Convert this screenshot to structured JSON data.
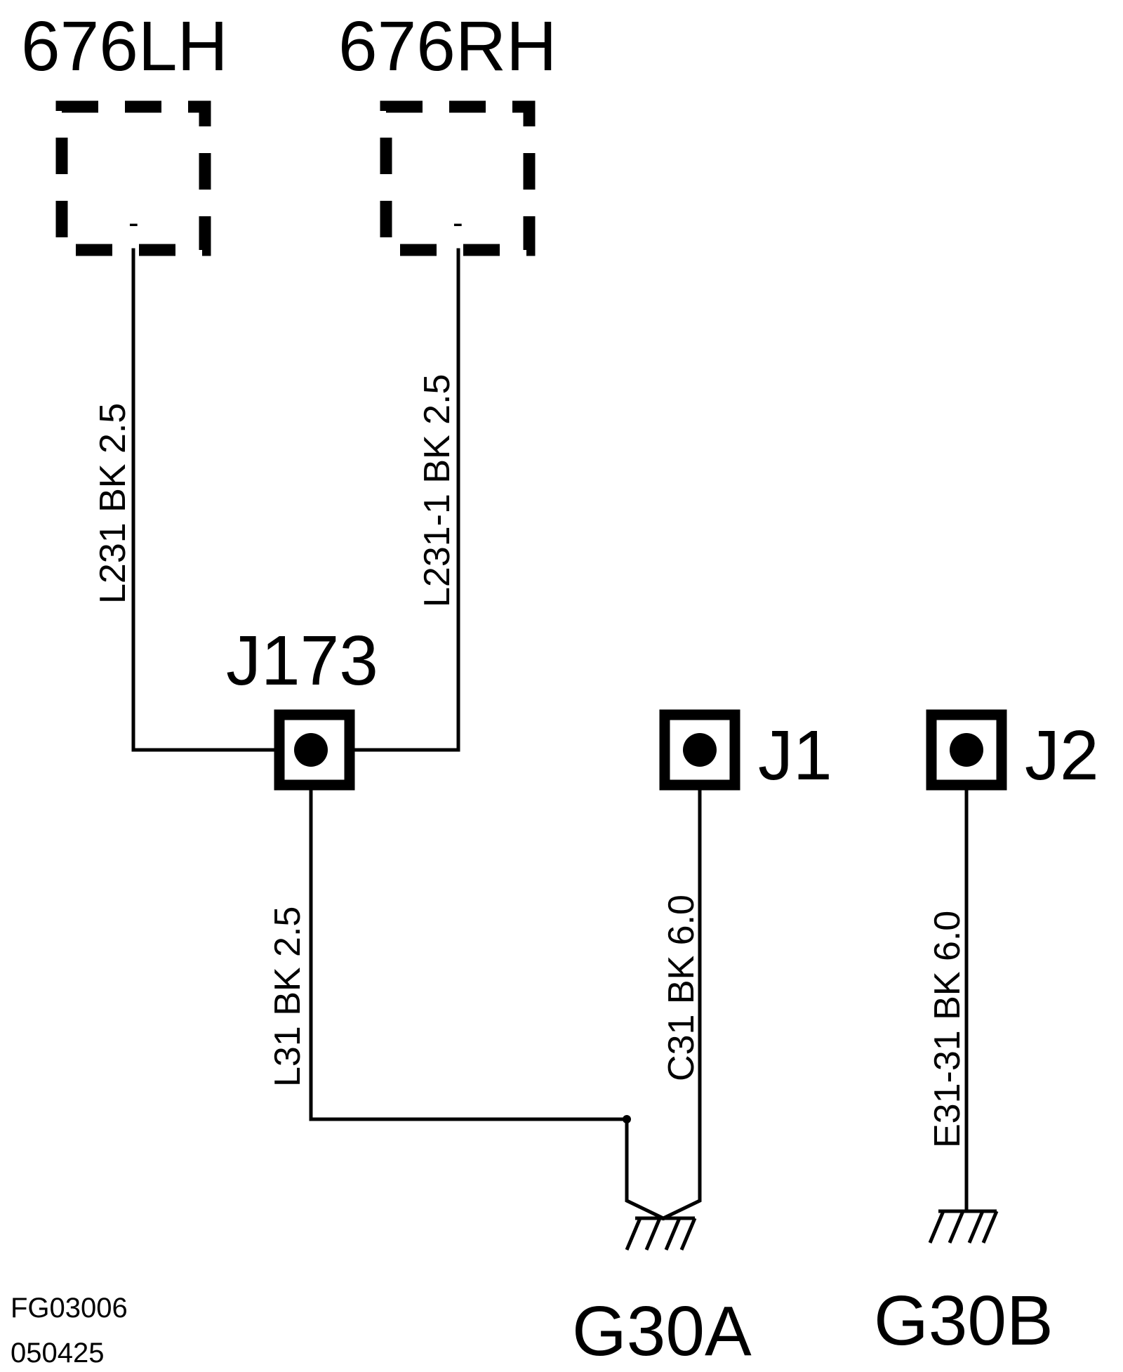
{
  "components": {
    "connector_lh": {
      "label": "676LH",
      "pin": "-"
    },
    "connector_rh": {
      "label": "676RH",
      "pin": "-"
    },
    "splice_j173": {
      "label": "J173"
    },
    "junction_j1": {
      "label": "J1"
    },
    "junction_j2": {
      "label": "J2"
    },
    "ground_g30a": {
      "label": "G30A"
    },
    "ground_g30b": {
      "label": "G30B"
    }
  },
  "wires": {
    "l231": "L231  BK  2.5",
    "l231_1": "L231-1 BK  2.5",
    "l31": "L31  BK  2.5",
    "c31": "C31 BK 6.0",
    "e31_31": "E31-31  BK 6.0"
  },
  "footer": {
    "figure_id": "FG03006",
    "date_code": "050425"
  },
  "colors": {
    "ink": "#000000",
    "background": "#ffffff"
  }
}
